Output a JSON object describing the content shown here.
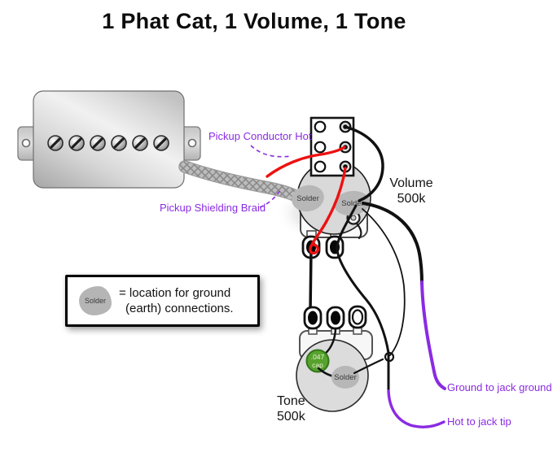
{
  "title": "1 Phat Cat, 1 Volume, 1 Tone",
  "labels": {
    "pickup_conductor_hot": "Pickup Conductor Hot",
    "pickup_shielding_braid": "Pickup Shielding Braid",
    "ground_to_jack": "Ground to jack ground",
    "hot_to_jack": "Hot to jack tip"
  },
  "volume": {
    "name": "Volume",
    "value": "500k"
  },
  "tone": {
    "name": "Tone",
    "value": "500k"
  },
  "capacitor": {
    "value": ".047",
    "label": "cap"
  },
  "solder": {
    "label": "Solder"
  },
  "legend": {
    "line1": "= location for ground",
    "line2": "(earth) connections."
  },
  "colors": {
    "hot_wire": "#ee1111",
    "black_wire": "#111111",
    "jack_wire_purple": "#8a2be2",
    "label_purple": "#8a2be2",
    "cap_green": "#56a22d",
    "solder_gray": "#b7b7b7"
  }
}
